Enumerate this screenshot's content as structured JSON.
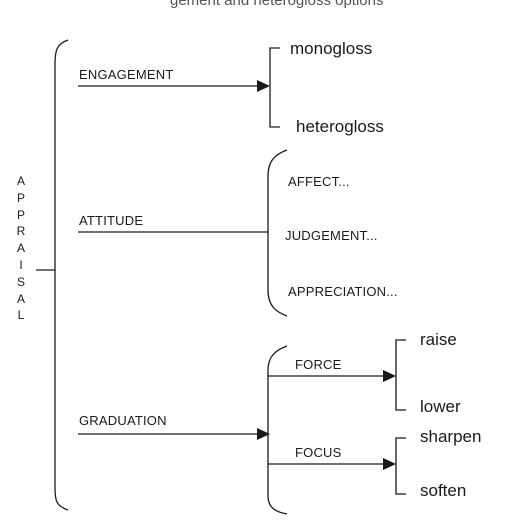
{
  "header_fragment": "gement and heterogloss options",
  "root": {
    "letters": [
      "A",
      "P",
      "P",
      "R",
      "A",
      "I",
      "S",
      "A",
      "L"
    ]
  },
  "engagement": {
    "label": "ENGAGEMENT",
    "options": [
      "monogloss",
      "heterogloss"
    ]
  },
  "attitude": {
    "label": "ATTITUDE",
    "options": [
      "AFFECT...",
      "JUDGEMENT...",
      "APPRECIATION..."
    ]
  },
  "graduation": {
    "label": "GRADUATION",
    "force": {
      "label": "FORCE",
      "options": [
        "raise",
        "lower"
      ]
    },
    "focus": {
      "label": "FOCUS",
      "options": [
        "sharpen",
        "soften"
      ]
    }
  }
}
